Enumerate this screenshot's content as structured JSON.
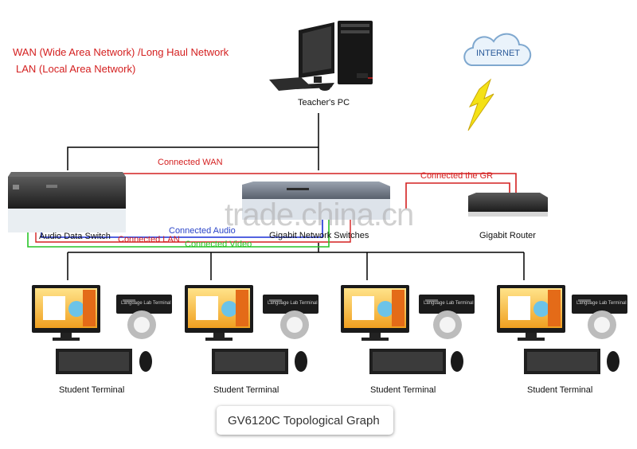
{
  "legend": {
    "wan": "WAN (Wide Area Network) /Long Haul Network",
    "lan": "LAN (Local Area Network)"
  },
  "devices": {
    "teacher_pc": "Teacher's PC",
    "internet": "INTERNET",
    "audio_data_switch": "Audio Data Switch",
    "gigabit_switches": "Gigabit Network Switches",
    "gigabit_router": "Gigabit Router",
    "terminal_box_text": "Language Lab Terminal"
  },
  "links": {
    "wan": "Connected WAN",
    "gr": "Connected the GR",
    "audio": "Connected Audio",
    "lan": "Connected LAN",
    "video": "Connected Video"
  },
  "terminals": [
    "Student Terminal",
    "Student Terminal",
    "Student Terminal",
    "Student Terminal"
  ],
  "watermark": "trade.china.cn",
  "caption": "GV6120C Topological Graph",
  "colors": {
    "wan": "#d42020",
    "lan": "#1a2fd6",
    "audio": "#2a44c8",
    "video": "#27c427",
    "lines": "#000000"
  }
}
